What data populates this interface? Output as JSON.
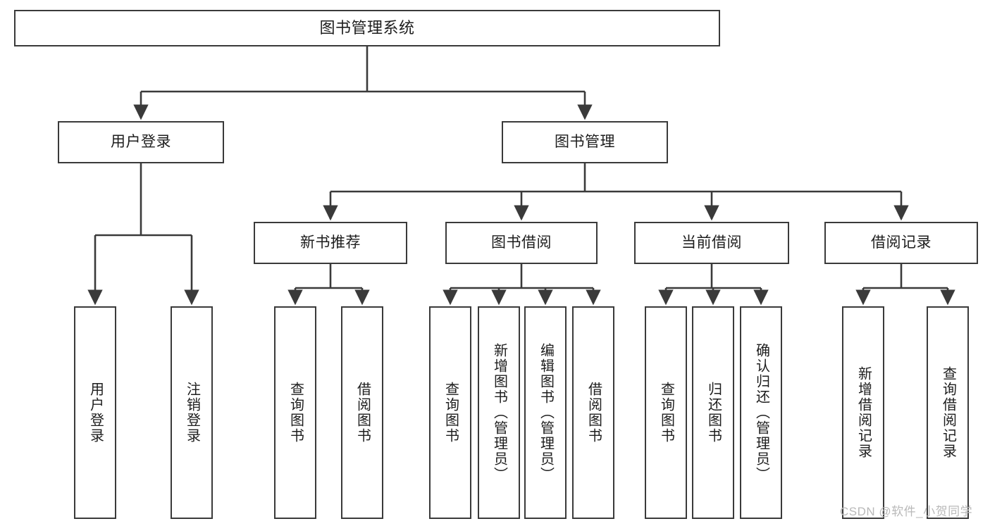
{
  "diagram": {
    "title": "图书管理系统",
    "type": "hierarchy-tree",
    "watermark": "CSDN @软件_小贺同学",
    "colors": {
      "box_border": "#3a3a3a",
      "box_fill": "#ffffff",
      "edge": "#3a3a3a",
      "text": "#1d1d1d",
      "watermark": "#b9b9b9",
      "background": "#ffffff"
    },
    "root": {
      "label": "图书管理系统"
    },
    "level2": [
      {
        "id": "user-login",
        "label": "用户登录"
      },
      {
        "id": "book-management",
        "label": "图书管理"
      }
    ],
    "level3": [
      {
        "id": "new-book-recommend",
        "label": "新书推荐",
        "parent": "book-management"
      },
      {
        "id": "book-borrow",
        "label": "图书借阅",
        "parent": "book-management"
      },
      {
        "id": "current-borrow",
        "label": "当前借阅",
        "parent": "book-management"
      },
      {
        "id": "borrow-record",
        "label": "借阅记录",
        "parent": "book-management"
      }
    ],
    "leaves": [
      {
        "id": "leaf-user-login",
        "label": "用户登录",
        "parent": "user-login"
      },
      {
        "id": "leaf-logout-login",
        "label": "注销登录",
        "parent": "user-login"
      },
      {
        "id": "leaf-query-book-1",
        "label": "查询图书",
        "parent": "new-book-recommend"
      },
      {
        "id": "leaf-borrow-book-1",
        "label": "借阅图书",
        "parent": "new-book-recommend"
      },
      {
        "id": "leaf-query-book-2",
        "label": "查询图书",
        "parent": "book-borrow"
      },
      {
        "id": "leaf-add-book",
        "label": "新增图书（管理员）",
        "parent": "book-borrow"
      },
      {
        "id": "leaf-edit-book",
        "label": "编辑图书（管理员）",
        "parent": "book-borrow"
      },
      {
        "id": "leaf-borrow-book-2",
        "label": "借阅图书",
        "parent": "book-borrow"
      },
      {
        "id": "leaf-query-book-3",
        "label": "查询图书",
        "parent": "current-borrow"
      },
      {
        "id": "leaf-return-book",
        "label": "归还图书",
        "parent": "current-borrow"
      },
      {
        "id": "leaf-confirm-return",
        "label": "确认归还（管理员）",
        "parent": "current-borrow"
      },
      {
        "id": "leaf-add-record",
        "label": "新增借阅记录",
        "parent": "borrow-record"
      },
      {
        "id": "leaf-query-record",
        "label": "查询借阅记录",
        "parent": "borrow-record"
      }
    ]
  }
}
